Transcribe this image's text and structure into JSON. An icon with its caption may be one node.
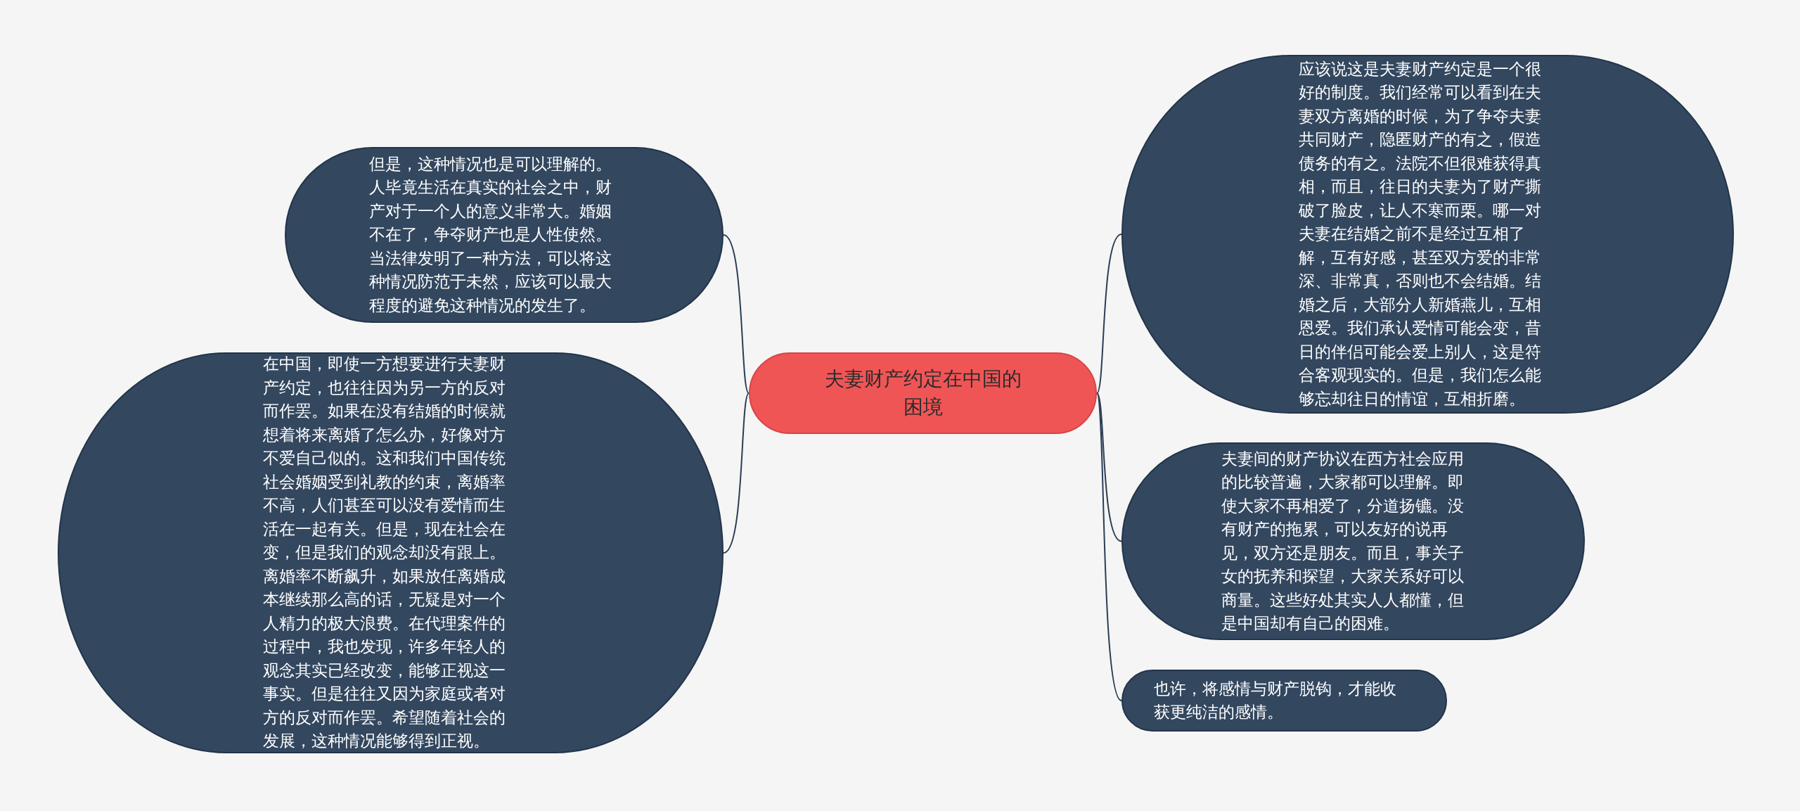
{
  "diagram": {
    "nodes": [
      {
        "text": [
          "夫妻财产约定在中国的困境"
        ]
      },
      {
        "text": [
          "但是，这种情况也是可以理解的。人毕竟生活在真实的社会之中，财产对于一个人的意义非常大。婚姻不在了，争夺财产也是人性使然。当法律发明了一种方法，可以将这种情况防范于未然，应该可以最大程度的避免这种情况的发生了。"
        ]
      },
      {
        "text": [
          "在中国，即使一方想要进行夫妻财产约定，也往往因为另一方的反对而作罢。如果在没有结婚的时候就想着将来离婚了怎么办，好像对方不爱自己似的。这和我们中国传统社会婚姻受到礼教的约束，离婚率不高，人们甚至可以没有爱情而生活在一起有关。但是，现在社会在变，但是我们的观念却没有跟上。离婚率不断飙升，如果放任离婚成本继续那么高的话，无疑是对一个人精力的极大浪费。在代理案件的过程中，我也发现，许多年轻人的观念其实已经改变，能够正视这一事实。但是往往又因为家庭或者对方的反对而作罢。希望随着社会的发展，这种情况能够得到正视。"
        ]
      },
      {
        "text": [
          "应该说这是夫妻财产约定是一个很好的制度。我们经常可以看到在夫妻双方离婚的时候，为了争夺夫妻共同财产，隐匿财产的有之，假造债务的有之。法院不但很难获得真相，而且，往日的夫妻为了财产撕破了脸皮，让人不寒而栗。哪一对夫妻在结婚之前不是经过互相了解，互有好感，甚至双方爱的非常深、非常真，否则也不会结婚。结婚之后，大部分人新婚燕儿，互相恩爱。我们承认爱情可能会变，昔日的伴侣可能会爱上别人，这是符合客观现实的。但是，我们怎么能够忘却往日的情谊，互相折磨。"
        ]
      },
      {
        "text": [
          "夫妻间的财产协议在西方社会应用的比较普遍，大家都可以理解。即使大家不再相爱了，分道扬镳。没有财产的拖累，可以友好的说再见，双方还是朋友。而且，事关子女的抚养和探望，大家关系好可以商量。这些好处其实人人都懂，但是中国却有自己的困难。"
        ]
      },
      {
        "text": [
          "也许，将感情与财产脱钩，才能收获更纯洁的感情。"
        ]
      }
    ],
    "edges": [
      {
        "from": 0,
        "to": 1,
        "arrow": "none"
      },
      {
        "from": 0,
        "to": 2,
        "arrow": "none"
      },
      {
        "from": 0,
        "to": 3,
        "arrow": "none"
      },
      {
        "from": 0,
        "to": 4,
        "arrow": "none"
      },
      {
        "from": 0,
        "to": 5,
        "arrow": "none"
      }
    ]
  }
}
